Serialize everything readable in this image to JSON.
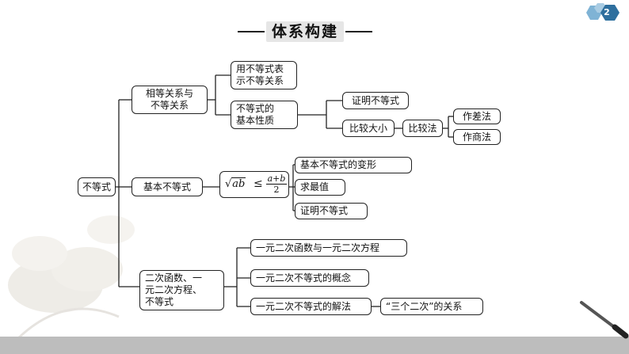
{
  "page": {
    "number": "2"
  },
  "title": "体系构建",
  "diagram": {
    "root": "不等式",
    "branch1": {
      "label_line1": "相等关系与",
      "label_line2": "不等关系",
      "child1_line1": "用不等式表",
      "child1_line2": "示不等关系",
      "child2_line1": "不等式的",
      "child2_line2": "基本性质",
      "proof": "证明不等式",
      "compare": "比较大小",
      "compare_method": "比较法",
      "diff": "作差法",
      "quot": "作商法"
    },
    "branch2": {
      "label": "基本不等式",
      "formula": {
        "radicand": "ab",
        "relation": "≤",
        "numerator": "a+b",
        "denominator": "2"
      },
      "child1": "基本不等式的变形",
      "child2": "求最值",
      "child3": "证明不等式"
    },
    "branch3": {
      "label_line1": "二次函数、一",
      "label_line2": "元二次方程、",
      "label_line3": "不等式",
      "child1": "一元二次函数与一元二次方程",
      "child2": "一元二次不等式的概念",
      "child3": "一元二次不等式的解法",
      "child3_extra": "“三个二次”的关系"
    }
  }
}
